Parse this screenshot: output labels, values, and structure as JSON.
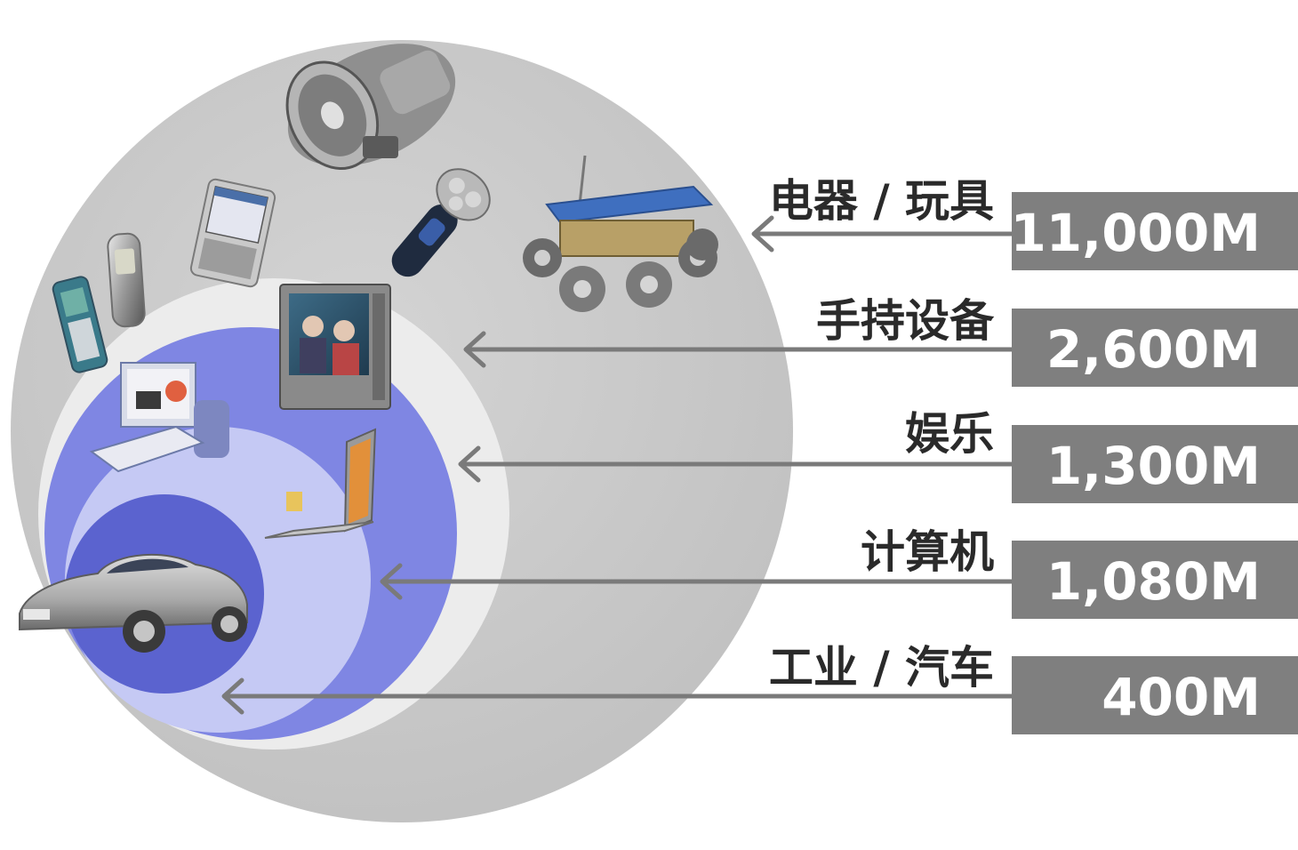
{
  "colors": {
    "outer_circle": "#c9c9c9",
    "handheld_circle": "#ebebeb",
    "entertainment_circle": "#7f86e3",
    "computer_circle": "#c5c9f4",
    "industrial_circle": "#5b63cf",
    "arrow": "#7a7a7a",
    "value_box": "#7f7f7f",
    "value_text": "#ffffff",
    "label_text": "#2a2a2a"
  },
  "icons": [
    "jet-engine-icon",
    "electric-shaver-icon",
    "mars-rover-icon",
    "pda-icon",
    "mobile-phone-icon",
    "flip-phone-icon",
    "television-icon",
    "desktop-computer-icon",
    "laptop-icon",
    "car-icon"
  ],
  "rows": [
    {
      "label": "电器 / 玩具",
      "value": "11,000M"
    },
    {
      "label": "手持设备",
      "value": "2,600M"
    },
    {
      "label": "娱乐",
      "value": "1,300M"
    },
    {
      "label": "计算机",
      "value": "1,080M"
    },
    {
      "label": "工业 / 汽车",
      "value": "400M"
    }
  ]
}
